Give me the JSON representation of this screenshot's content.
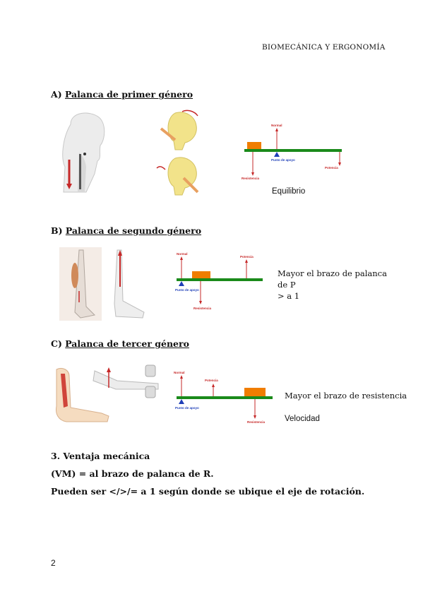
{
  "header": {
    "title": "BIOMECÁNICA Y ERGONOMÍA"
  },
  "sections": {
    "a": {
      "letter": "A)",
      "title": "Palanca de primer género",
      "caption": "Equilibrio",
      "diagram": {
        "top_left": "Normal",
        "pivot": "Punto de apoyo",
        "bottom_left": "Resistencia",
        "bottom_right": "Potencia"
      }
    },
    "b": {
      "letter": "B)",
      "title": "Palanca de segundo género",
      "note_line1": "Mayor el brazo de palanca de P",
      "note_line2": "> a 1",
      "diagram": {
        "top_left": "Normal",
        "top_right": "Potencia",
        "pivot": "Punto de apoyo",
        "bottom": "Resistencia"
      }
    },
    "c": {
      "letter": "C)",
      "title": "Palanca de tercer género",
      "note": "Mayor el brazo de resistencia",
      "caption": "Velocidad",
      "diagram": {
        "top_left": "Normal",
        "top_mid": "Potencia",
        "pivot": "Punto de apoyo",
        "bottom": "Resistencia"
      }
    }
  },
  "section3": {
    "heading": "3.  Ventaja mecánica",
    "line1": "(VM) = al brazo de palanca de R.",
    "line2": "Pueden ser </>/= a 1 según donde se ubique el eje de rotación."
  },
  "page_number": "2",
  "colors": {
    "beam": "#1a8a1a",
    "weight": "#f07d00",
    "arrow": "#c62828",
    "pivot": "#1f3fb8"
  }
}
